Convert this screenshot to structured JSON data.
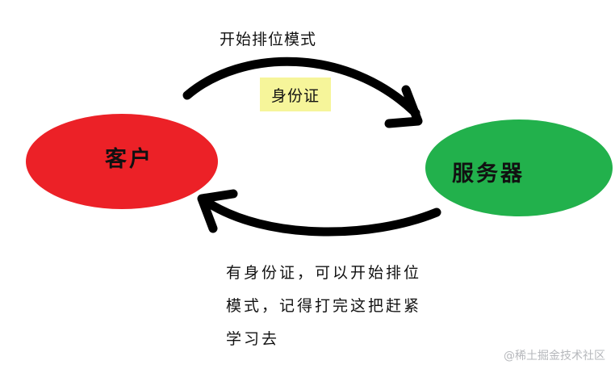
{
  "diagram": {
    "top_label": "开始排位模式",
    "note_label": "身份证",
    "nodes": {
      "client": {
        "label": "客户",
        "color": "#ec2127"
      },
      "server": {
        "label": "服务器",
        "color": "#22b14c"
      }
    },
    "bottom_label_lines": [
      "有身份证，可以开始排位",
      "模式，记得打完这把赶紧",
      "学习去"
    ],
    "note_color": "#f6f59a",
    "arrow_color": "#000000"
  },
  "watermark": "@稀土掘金技术社区"
}
